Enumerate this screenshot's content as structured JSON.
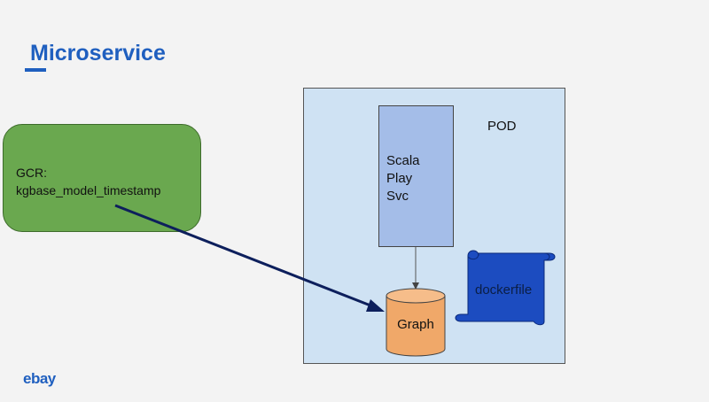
{
  "slide": {
    "title": "Microservice",
    "logo": "ebay"
  },
  "diagram": {
    "gcr": {
      "line1": "GCR:",
      "line2": "kgbase_model_timestamp"
    },
    "pod": {
      "label": "POD"
    },
    "service": {
      "line1": "Scala",
      "line2": "Play",
      "line3": "Svc"
    },
    "graph": {
      "label": "Graph"
    },
    "dockerfile": {
      "label": "dockerfile"
    }
  },
  "colors": {
    "title": "#1f5fbf",
    "gcr_fill": "#6aa84f",
    "pod_fill": "#cfe2f3",
    "service_fill": "#a4bde8",
    "graph_fill": "#f0a869",
    "dockerfile_fill": "#1c4cc0",
    "arrow": "#0d1f5c"
  }
}
